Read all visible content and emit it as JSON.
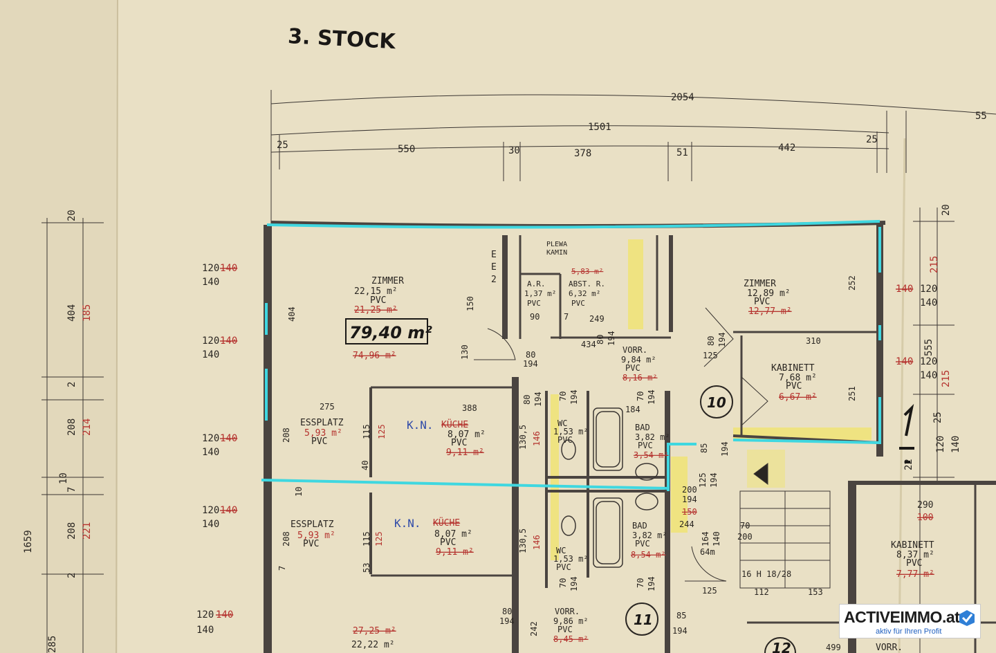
{
  "title": "3. STOCK",
  "dims": {
    "top_total": "2054",
    "top_inner": "1501",
    "top_edge_left": "25",
    "top_550": "550",
    "top_30": "30",
    "top_378": "378",
    "top_51": "51",
    "top_442": "442",
    "top_edge_right": "25",
    "top_55": "55",
    "left_total": "1659",
    "left_20": "20",
    "left_404": "404",
    "left_185": "185",
    "left_2a": "2",
    "left_208a": "208",
    "left_214a": "214",
    "left_10": "10",
    "left_7": "7",
    "left_208b": "208",
    "left_221": "221",
    "left_2b": "2",
    "left_285": "285",
    "right_20": "20",
    "right_215": "215",
    "right_555": "555",
    "right_215b": "215",
    "right_25": "25",
    "right_120": "120",
    "right_140": "140",
    "right_22": "22"
  },
  "windows_left": [
    {
      "top": "120",
      "old": "140",
      "bottom": "140"
    },
    {
      "top": "120",
      "old": "140",
      "bottom": "140"
    },
    {
      "top": "120",
      "old": "140",
      "bottom": "140"
    },
    {
      "top": "120",
      "old": "140",
      "bottom": "140"
    },
    {
      "top": "120",
      "old": "140",
      "bottom": "140"
    }
  ],
  "windows_right": [
    {
      "old": "140",
      "top": "120",
      "bottom": "140"
    },
    {
      "old": "140",
      "top": "120",
      "bottom": "140"
    }
  ],
  "unit10": {
    "number": "10",
    "total_area": "79,40 m²",
    "total_old": "74,96 m²",
    "zimmer_a": {
      "name": "ZIMMER",
      "area": "22,15 m²",
      "floor": "PVC",
      "old": "21,25 m²"
    },
    "ee": [
      "E",
      "E",
      "2"
    ],
    "plewa": {
      "line1": "PLEWA",
      "line2": "KAMIN",
      "old": "5,83 m²"
    },
    "ar": {
      "name": "A.R.",
      "area": "1,37 m²",
      "floor": "PVC"
    },
    "abst": {
      "name": "ABST. R.",
      "area": "6,32 m²",
      "floor": "PVC"
    },
    "zimmer_b": {
      "name": "ZIMMER",
      "area": "12,89 m²",
      "floor": "PVC",
      "old": "12,77 m²"
    },
    "kabinett": {
      "name": "KABINETT",
      "area": "7,68 m²",
      "floor": "PVC",
      "old": "6,67 m²"
    },
    "vorr": {
      "name": "VORR.",
      "area": "9,84 m²",
      "floor": "PVC",
      "old": "8,16 m²"
    },
    "essplatz": {
      "name": "ESSPLATZ",
      "area": "5,93 m²",
      "floor": "PVC"
    },
    "kuche": {
      "tag": "K.N.",
      "name": "KÜCHE",
      "area": "8,07 m²",
      "floor": "PVC",
      "old": "9,11 m²"
    },
    "wc": {
      "name": "WC",
      "area": "1,53 m²",
      "floor": "PVC"
    },
    "bad": {
      "name": "BAD",
      "area": "3,82 m²",
      "floor": "PVC",
      "old": "3,54 m²"
    }
  },
  "unit11": {
    "number": "11",
    "essplatz": {
      "name": "ESSPLATZ",
      "area": "5,93 m²",
      "floor": "PVC"
    },
    "kuche": {
      "tag": "K.N.",
      "name": "KÜCHE",
      "area": "8,07 m²",
      "floor": "PVC",
      "old": "9,11 m²"
    },
    "wc": {
      "name": "WC",
      "area": "1,53 m²",
      "floor": "PVC"
    },
    "bad": {
      "name": "BAD",
      "area": "3,82 m²",
      "floor": "PVC",
      "old": "8,54 m²"
    },
    "vorr": {
      "name": "VORR.",
      "area": "9,86 m²",
      "floor": "PVC",
      "old": "8,45 m²"
    },
    "zimmer_old": "27,25 m²",
    "zimmer_new": "22,22 m²"
  },
  "unit12": {
    "number": "12",
    "vorr": "VORR."
  },
  "kabinett_right": {
    "name": "KABINETT",
    "area": "8,37 m²",
    "floor": "PVC",
    "old": "7,77 m²",
    "dim": "290",
    "dim_old": "100"
  },
  "room_dims": {
    "d404": "404",
    "d150": "150",
    "d130": "130",
    "d90": "90",
    "d7": "7",
    "d249": "249",
    "d434": "434",
    "d80a": "80",
    "d194a": "194",
    "d80b": "80",
    "d194b": "194",
    "d252": "252",
    "d310": "310",
    "d125": "125",
    "d80c": "80",
    "d194c": "194",
    "d251": "251",
    "d275": "275",
    "d388": "388",
    "d208": "208",
    "d115": "115",
    "d125b": "125",
    "d1305": "130,5",
    "d146": "146",
    "d80d": "80",
    "d194d": "194",
    "d70a": "70",
    "d194e": "194",
    "d184": "184",
    "d70b": "70",
    "d194f": "194",
    "d85": "85",
    "d194g": "194",
    "d125c": "125",
    "d194h": "194",
    "d40": "40",
    "d10": "10",
    "d200": "200",
    "d194i": "194",
    "d150b": "150",
    "d244": "244",
    "d164": "164",
    "d140": "140",
    "d64": "64m",
    "d70c": "70",
    "d200b": "200",
    "stair": "16 H 18/28",
    "d125d": "125",
    "d112": "112",
    "d153": "153",
    "d115b": "115",
    "d125e": "125",
    "d208b": "208",
    "d53": "53",
    "d1305b": "130,5",
    "d146b": "146",
    "d70d": "70",
    "d194j": "194",
    "d70e": "70",
    "d194k": "194",
    "d80e": "80",
    "d194l": "194",
    "d242": "242",
    "d85b": "85",
    "d194m": "194",
    "d7b": "7",
    "d499": "499"
  },
  "logo": {
    "name": "ACTIVEIMMO.at",
    "tagline": "aktiv für Ihren Profit"
  },
  "colors": {
    "paper": "#e9e0c5",
    "highlight": "#3fd7e0",
    "marker": "#f0e46a",
    "wall": "#4a4440",
    "pencil_red": "#b4312d"
  }
}
